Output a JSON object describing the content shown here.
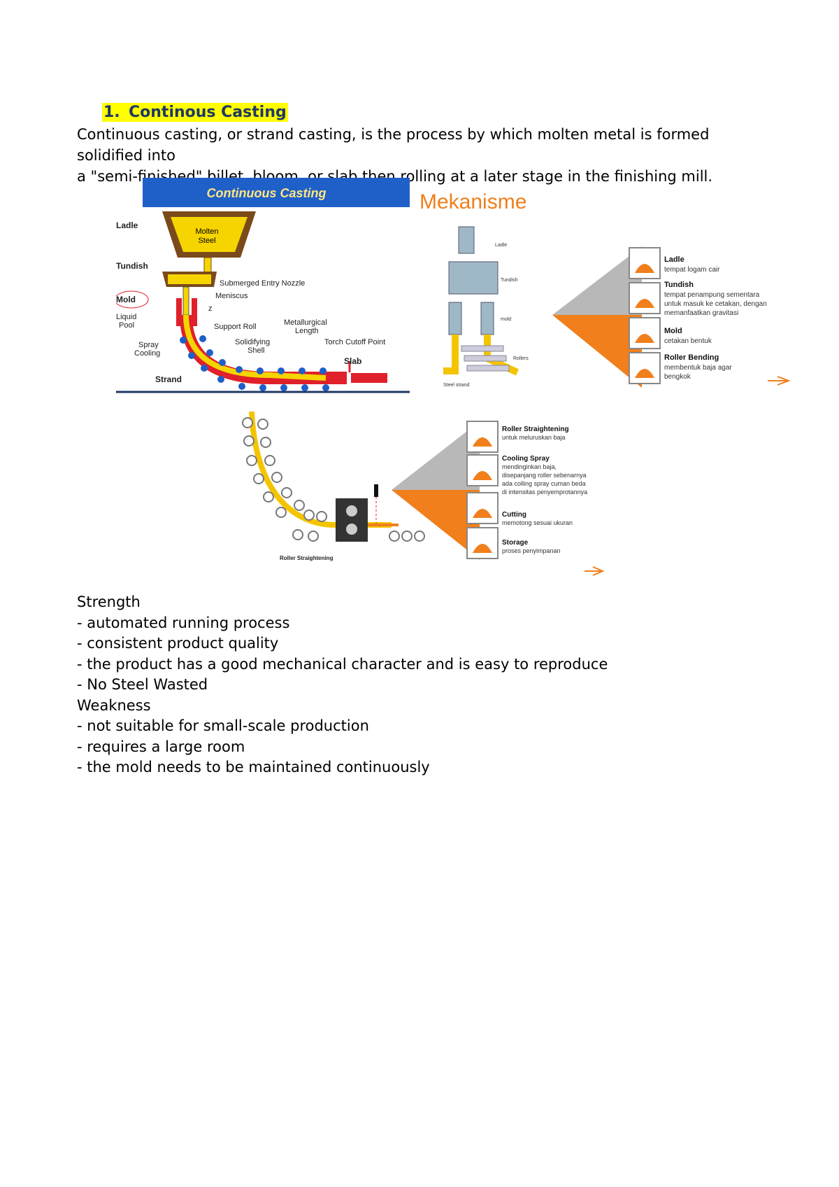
{
  "heading": {
    "number": "1.",
    "title": "Continous Casting"
  },
  "intro": [
    "Continuous casting, or strand casting, is the process by which molten metal is formed solidified into",
    "a \"semi-finished\" billet, bloom, or slab then rolling at a later stage in the finishing mill."
  ],
  "fig1": {
    "banner": "Continuous Casting",
    "labels": {
      "ladle": "Ladle",
      "molten_line1": "Molten",
      "molten_line2": "Steel",
      "tundish": "Tundish",
      "sen": "Submerged Entry Nozzle",
      "meniscus": "Meniscus",
      "mold": "Mold",
      "liquid1": "Liquid",
      "liquid2": "Pool",
      "z": "z",
      "support_roll": "Support Roll",
      "met1": "Metallurgical",
      "met2": "Length",
      "spray1": "Spray",
      "spray2": "Cooling",
      "solid1": "Solidifying",
      "solid2": "Shell",
      "torch": "Torch Cutoff Point",
      "slab": "Slab",
      "strand": "Strand"
    }
  },
  "fig2": {
    "title": "Mekanisme",
    "small_labels": {
      "ladle": "Ladle",
      "tundish": "Tundish",
      "mold": "mold",
      "rollers": "Rollers",
      "steel": "Steel strand"
    },
    "items": [
      {
        "title": "Ladle",
        "desc": [
          "tempat logam cair"
        ]
      },
      {
        "title": "Tundish",
        "desc": [
          "tempat penampung sementara",
          "untuk masuk ke cetakan, dengan",
          "memanfaatkan gravitasi"
        ]
      },
      {
        "title": "Mold",
        "desc": [
          "cetakan bentuk"
        ]
      },
      {
        "title": "Roller Bending",
        "desc": [
          "membentuk baja agar",
          "bengkok"
        ]
      }
    ]
  },
  "fig3": {
    "roller_label": "Roller Straightening",
    "items": [
      {
        "title": "Roller Straightening",
        "desc": [
          "untuk meluruskan baja"
        ]
      },
      {
        "title": "Cooling Spray",
        "desc": [
          "mendinginkan baja,",
          "disepanjang roller sebenarnya",
          "ada colling spray cuman beda",
          "di intensitas penyemprotannya"
        ]
      },
      {
        "title": "Cutting",
        "desc": [
          "memotong sesuai ukuran"
        ]
      },
      {
        "title": "Storage",
        "desc": [
          "proses penyimpanan"
        ]
      }
    ]
  },
  "list": {
    "strength_title": "Strength",
    "strengths": [
      "- automated running process",
      "- consistent product quality",
      "- the product has a good mechanical character and is easy to reproduce",
      "- No Steel Wasted"
    ],
    "weakness_title": "Weakness",
    "weaknesses": [
      "- not suitable for small-scale production",
      "- requires a large room",
      "- the mold needs to be maintained continuously"
    ]
  },
  "colors": {
    "heading_highlight": "#ffff00",
    "heading_text": "#1f3864",
    "banner": "#1f5fc8",
    "orange": "#f07f1c",
    "molten": "#f5d400",
    "slab": "#e0202a"
  }
}
